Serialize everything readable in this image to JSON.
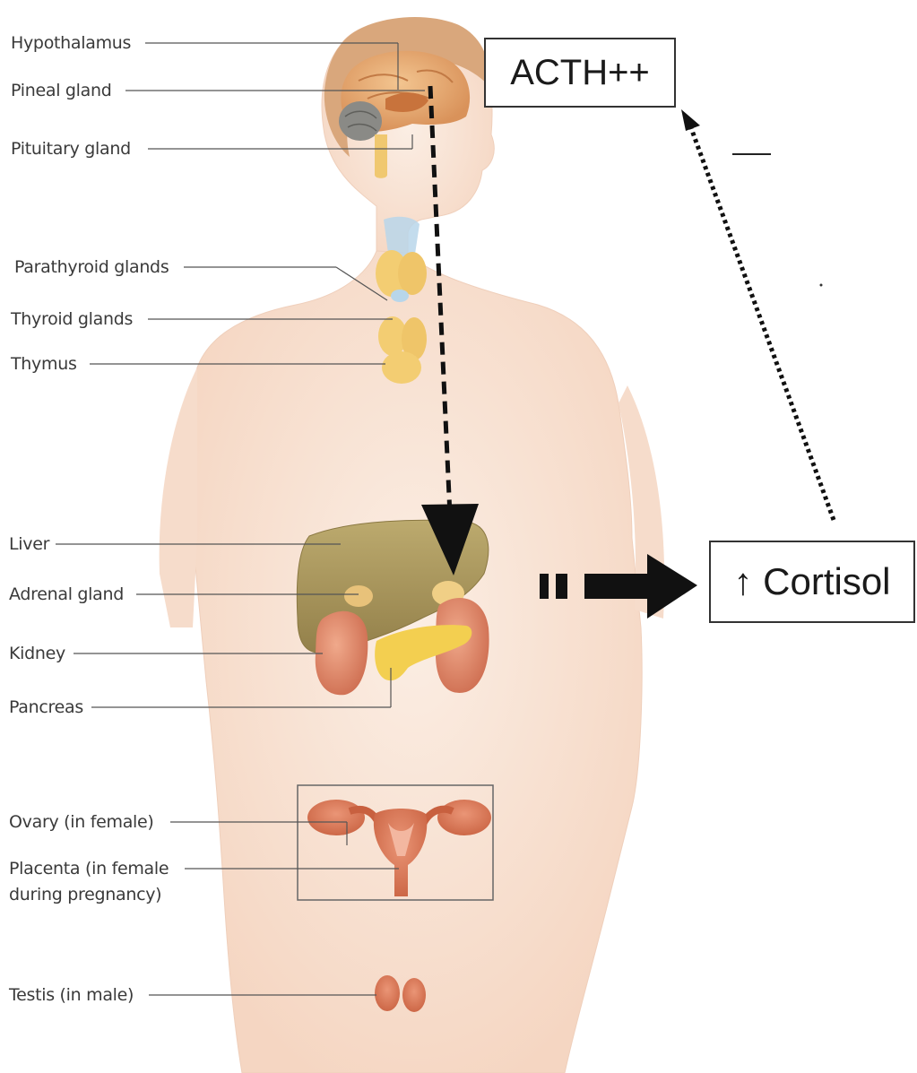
{
  "labels": {
    "hypothalamus": "Hypothalamus",
    "pineal": "Pineal gland",
    "pituitary": "Pituitary gland",
    "parathyroid": "Parathyroid glands",
    "thyroid": "Thyroid glands",
    "thymus": "Thymus",
    "liver": "Liver",
    "adrenal": "Adrenal gland",
    "kidney": "Kidney",
    "pancreas": "Pancreas",
    "ovary": "Ovary (in female)",
    "placenta_line1": "Placenta (in female",
    "placenta_line2": "during pregnancy)",
    "testis": "Testis (in male)"
  },
  "boxes": {
    "acth": "ACTH++",
    "cortisol": "↑ Cortisol"
  },
  "colors": {
    "skin": "#f7dccb",
    "brain": "#e9b07a",
    "liver": "#a8955a",
    "kidney": "#df8a6a",
    "pancreas": "#f2cf53",
    "gland_yellow": "#f3cd72",
    "reproductive": "#d9765a",
    "arrow": "#111111"
  }
}
